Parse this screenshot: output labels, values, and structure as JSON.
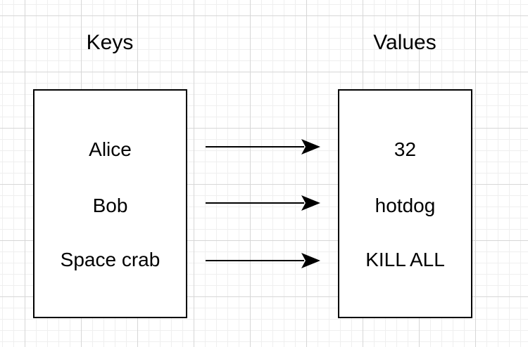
{
  "headings": {
    "keys": "Keys",
    "values": "Values"
  },
  "pairs": [
    {
      "key": "Alice",
      "value": "32"
    },
    {
      "key": "Bob",
      "value": "hotdog"
    },
    {
      "key": "Space crab",
      "value": "KILL ALL"
    }
  ],
  "colors": {
    "stroke": "#000000",
    "grid": "#d7d7d7",
    "background": "#ffffff"
  }
}
